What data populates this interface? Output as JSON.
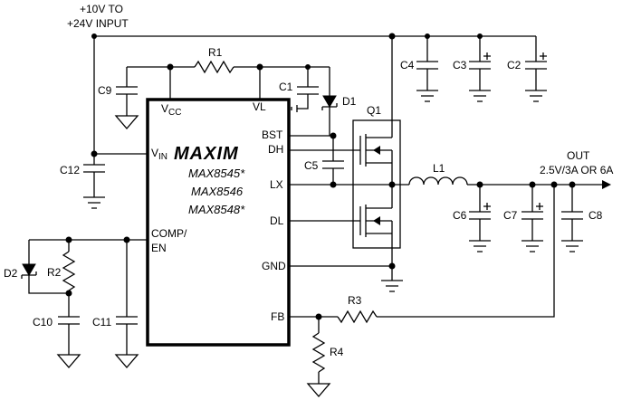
{
  "input_label": [
    "+10V TO",
    "+24V INPUT"
  ],
  "output_label": [
    "OUT",
    "2.5V/3A OR 6A"
  ],
  "ic": {
    "logo": "MAXIM",
    "parts": [
      "MAX8545*",
      "MAX8546",
      "MAX8548*"
    ],
    "pins": {
      "vcc_main": "V",
      "vcc_sub": "CC",
      "vl": "VL",
      "vin_main": "V",
      "vin_sub": "IN",
      "comp": [
        "COMP/",
        "EN"
      ],
      "bst": "BST",
      "dh": "DH",
      "lx": "LX",
      "dl": "DL",
      "gnd": "GND",
      "fb": "FB"
    }
  },
  "components": {
    "r1": "R1",
    "r2": "R2",
    "r3": "R3",
    "r4": "R4",
    "c1": "C1",
    "c2": "C2",
    "c3": "C3",
    "c4": "C4",
    "c5": "C5",
    "c6": "C6",
    "c7": "C7",
    "c8": "C8",
    "c9": "C9",
    "c10": "C10",
    "c11": "C11",
    "c12": "C12",
    "d1": "D1",
    "d2": "D2",
    "q1": "Q1",
    "l1": "L1"
  }
}
